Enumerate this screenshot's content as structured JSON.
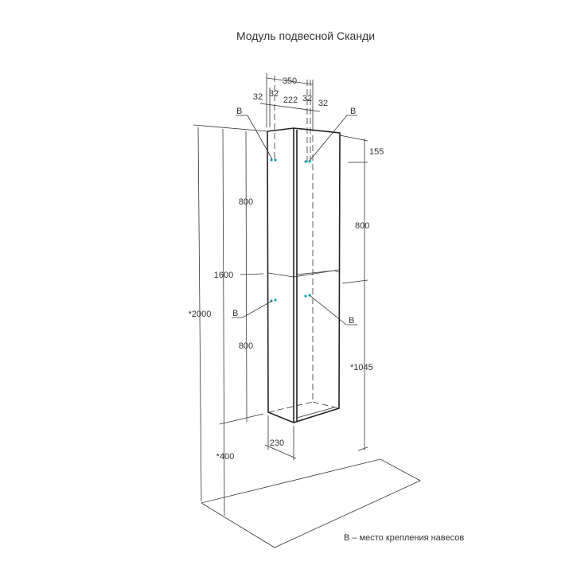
{
  "title": "Модуль подвесной Сканди",
  "dimensions": {
    "width_total": "350",
    "offset_left_1": "32",
    "offset_left_2": "32",
    "inner": "222",
    "offset_right_1": "32",
    "offset_right_2": "32",
    "top_offset": "155",
    "upper_left": "800",
    "upper_right": "800",
    "mid_height": "1600",
    "lower_left": "800",
    "total_height": "*2000",
    "floor_clearance": "*400",
    "right_height": "*1045",
    "depth": "230"
  },
  "mount_labels": [
    "B",
    "B",
    "B",
    "B"
  ],
  "legend": "B – место крепления навесов",
  "colors": {
    "mount_point": "#1aa6b0",
    "lines": "#333333"
  }
}
